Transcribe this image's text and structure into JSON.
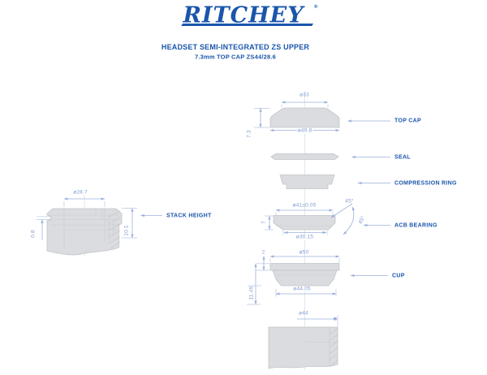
{
  "brand": {
    "logo": "RITCHEY",
    "registered": "®"
  },
  "header": {
    "title": "HEADSET SEMI-INTEGRATED ZS UPPER",
    "subtitle": "7.3mm TOP CAP ZS44/28.6"
  },
  "colors": {
    "brand_blue": "#1a55ab",
    "dimension_blue": "#7f9ccf",
    "part_fill": "#dadcdf",
    "part_outline": "#c0c4c8"
  },
  "stack_view": {
    "label": "STACK HEIGHT",
    "dia": "ø28.7",
    "lip": "0.8",
    "height": "10.1"
  },
  "exploded": {
    "top_cap": {
      "label": "TOP CAP",
      "dia_top": "ø33",
      "dia_base": "ø49.8",
      "height": "7.3"
    },
    "seal": {
      "label": "SEAL"
    },
    "compression_ring": {
      "label": "COMPRESSION RING"
    },
    "bearing": {
      "label": "ACB BEARING",
      "od": "ø41±0.05",
      "id": "ø30.15",
      "height": "7",
      "angle_top": "45°",
      "angle_side": "45°"
    },
    "cup": {
      "label": "CUP",
      "od": "ø50",
      "id": "ø44.05",
      "height": "11.45",
      "flange": "2"
    },
    "head_tube": {
      "dia": "ø44"
    }
  }
}
